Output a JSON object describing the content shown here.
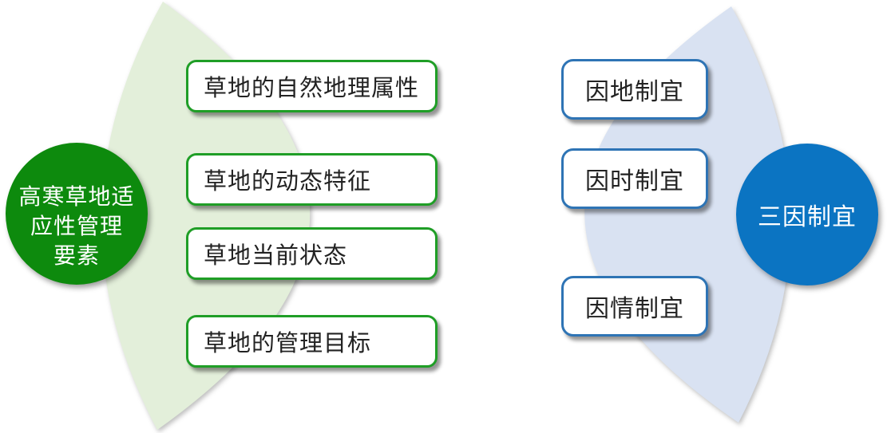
{
  "diagram": {
    "left_panel": {
      "hub": {
        "lines": [
          "高寒草地适",
          "应性管理",
          "要素"
        ]
      },
      "items": [
        {
          "label": "草地的自然地理属性"
        },
        {
          "label": "草地的动态特征"
        },
        {
          "label": "草地当前状态"
        },
        {
          "label": "草地的管理目标"
        }
      ]
    },
    "right_panel": {
      "items": [
        {
          "label": "因地制宜"
        },
        {
          "label": "因时制宜"
        },
        {
          "label": "因情制宜"
        }
      ],
      "hub": {
        "label": "三因制宜"
      }
    }
  },
  "colors": {
    "green_circle_fill": "#0d8a0d",
    "green_box_border": "#1f9e26",
    "fan_green_fill": "#e3efda",
    "blue_circle_fill": "#0b74c2",
    "blue_box_border": "#2e74b5",
    "fan_blue_fill": "#d9e2f2",
    "box_text": "#222222",
    "circle_text": "#ffffff"
  }
}
